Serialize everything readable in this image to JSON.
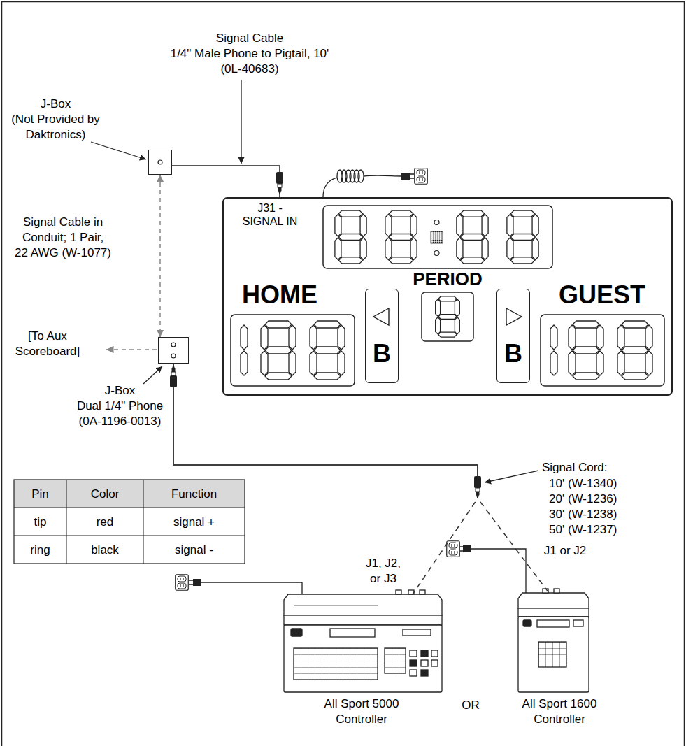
{
  "diagram": {
    "nodes": [
      {
        "text": [
          "J-Box (Not Provided by Daktronics)"
        ]
      },
      {
        "text": [
          "J31 - SIGNAL IN",
          "HOME",
          "PERIOD",
          "GUEST"
        ]
      },
      {
        "text": [
          "B"
        ],
        "in": 1
      },
      {
        "text": [
          "B"
        ],
        "in": 1
      },
      {
        "text": [
          "J-Box Dual 1/4\" Phone (0A-1196-0013)"
        ]
      },
      {
        "text": [
          "J1, J2, or J3",
          "All Sport 5000 Controller"
        ]
      },
      {
        "text": [
          "J1 or J2",
          "All Sport 1600 Controller"
        ]
      }
    ],
    "edges": [
      {
        "from": 0,
        "to": 1,
        "arrow": "none"
      },
      {
        "from": 0,
        "to": 4,
        "arrow": "both",
        "label": "Signal Cable in Conduit; 1 Pair, 22 AWG (W-1077)"
      },
      {
        "from": 4,
        "to": 5,
        "arrow": "none"
      },
      {
        "from": 4,
        "to": 6,
        "arrow": "none"
      }
    ],
    "labels": [
      "Signal Cable 1/4\" Male Phone to Pigtail, 10' (0L-40683)",
      "[To Aux Scoreboard]",
      "Pin",
      "Color",
      "Function",
      "tip",
      "red",
      "signal +",
      "ring",
      "black",
      "signal -",
      "Signal Cord:",
      "10' (W-1340)",
      "20' (W-1236)",
      "30' (W-1238)",
      "50' (W-1237)",
      "OR"
    ]
  }
}
